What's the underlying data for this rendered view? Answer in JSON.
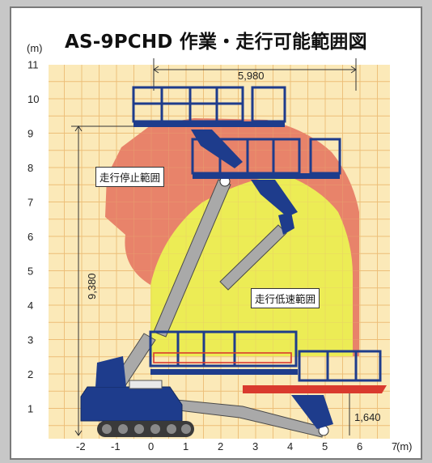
{
  "title": "AS-9PCHD 作業・走行可能範囲図",
  "axis": {
    "y_unit": "(m)",
    "x_unit": "(m)",
    "y_ticks": [
      "1",
      "2",
      "3",
      "4",
      "5",
      "6",
      "7",
      "8",
      "9",
      "10",
      "11"
    ],
    "x_ticks": [
      "-2",
      "-1",
      "0",
      "1",
      "2",
      "3",
      "4",
      "5",
      "6",
      "7"
    ]
  },
  "zones": {
    "stop_label": "走行停止範囲",
    "low_speed_label": "走行低速範囲",
    "stop_color": "#e8836a",
    "low_speed_color": "#ecec55",
    "grid_bg": "#fbe9b8",
    "machine_color": "#1e3c8c",
    "boom_color": "#a9a9a9"
  },
  "dimensions": {
    "horizontal_reach": "5,980",
    "max_height": "9,380",
    "low_height": "1,640"
  }
}
